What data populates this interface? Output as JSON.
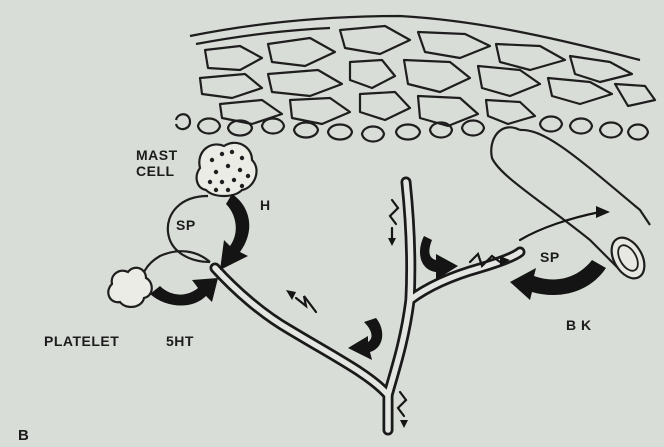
{
  "figure": {
    "panel_letter": "B",
    "labels": {
      "mast_cell_line1": "MAST",
      "mast_cell_line2": "CELL",
      "h": "H",
      "sp_left": "SP",
      "platelet": "PLATELET",
      "five_ht": "5HT",
      "sp_right": "SP",
      "bk": "B K"
    }
  }
}
